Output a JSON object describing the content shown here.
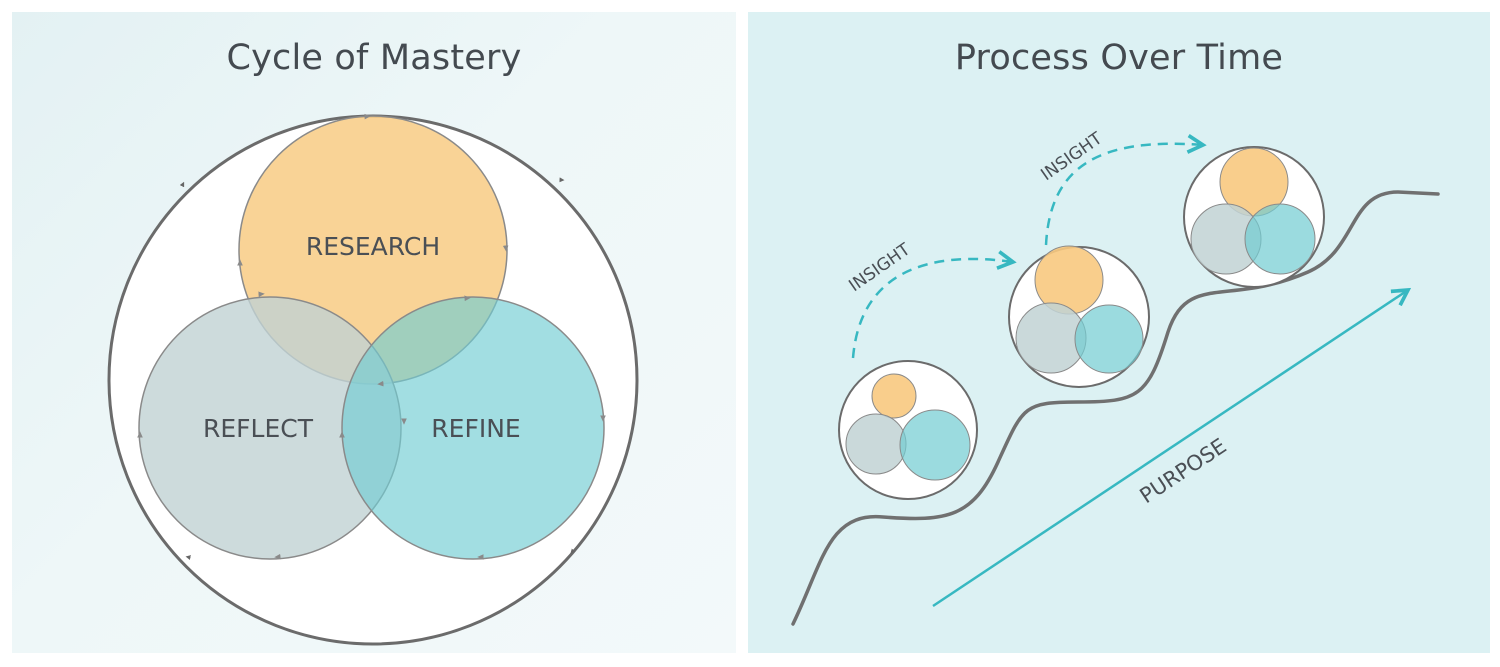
{
  "left_panel": {
    "title": "Cycle of Mastery",
    "circles": {
      "research": {
        "label": "RESEARCH",
        "color": "#f8c97f"
      },
      "reflect": {
        "label": "REFLECT",
        "color": "#c1d2d3"
      },
      "refine": {
        "label": "REFINE",
        "color": "#70ccd2"
      }
    }
  },
  "right_panel": {
    "title": "Process Over Time",
    "insight_labels": [
      "INSIGHT",
      "INSIGHT"
    ],
    "purpose_label": "PURPOSE",
    "colors": {
      "accent": "#37b8c1",
      "path": "#707070",
      "research": "#f8c97f",
      "reflect": "#c1d2d3",
      "refine": "#70ccd2"
    }
  }
}
